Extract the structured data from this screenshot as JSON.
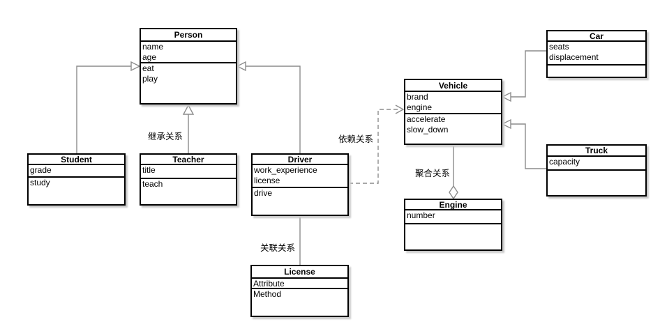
{
  "diagram": {
    "type": "uml-class-diagram",
    "classes": {
      "person": {
        "name": "Person",
        "attributes": [
          "name",
          "age"
        ],
        "methods": [
          "eat",
          "play"
        ]
      },
      "student": {
        "name": "Student",
        "attributes": [
          "grade"
        ],
        "methods": [
          "study"
        ]
      },
      "teacher": {
        "name": "Teacher",
        "attributes": [
          "title"
        ],
        "methods": [
          "teach"
        ]
      },
      "driver": {
        "name": "Driver",
        "attributes": [
          "work_experience",
          "license"
        ],
        "methods": [
          "drive"
        ]
      },
      "license": {
        "name": "License",
        "attributes": [
          "Attribute"
        ],
        "methods": [
          "Method"
        ]
      },
      "vehicle": {
        "name": "Vehicle",
        "attributes": [
          "brand",
          "engine"
        ],
        "methods": [
          "accelerate",
          "slow_down"
        ]
      },
      "engine": {
        "name": "Engine",
        "attributes": [
          "number"
        ],
        "methods": []
      },
      "car": {
        "name": "Car",
        "attributes": [
          "seats",
          "displacement"
        ],
        "methods": []
      },
      "truck": {
        "name": "Truck",
        "attributes": [
          "capacity"
        ],
        "methods": []
      }
    },
    "relationship_labels": {
      "inheritance": "继承关系",
      "dependency": "依赖关系",
      "association": "关联关系",
      "aggregation": "聚合关系"
    },
    "relationships": [
      {
        "from": "Student",
        "to": "Person",
        "type": "inheritance"
      },
      {
        "from": "Teacher",
        "to": "Person",
        "type": "inheritance"
      },
      {
        "from": "Driver",
        "to": "Person",
        "type": "inheritance"
      },
      {
        "from": "Driver",
        "to": "License",
        "type": "association"
      },
      {
        "from": "Driver",
        "to": "Vehicle",
        "type": "dependency"
      },
      {
        "from": "Vehicle",
        "to": "Engine",
        "type": "aggregation"
      },
      {
        "from": "Car",
        "to": "Vehicle",
        "type": "inheritance"
      },
      {
        "from": "Truck",
        "to": "Vehicle",
        "type": "inheritance"
      }
    ],
    "colors": {
      "background": "#ffffff",
      "box_border": "#000000",
      "box_fill": "#ffffff",
      "connector": "#8c8c8c",
      "shadow": "#c8c8c8",
      "text": "#000000"
    }
  }
}
